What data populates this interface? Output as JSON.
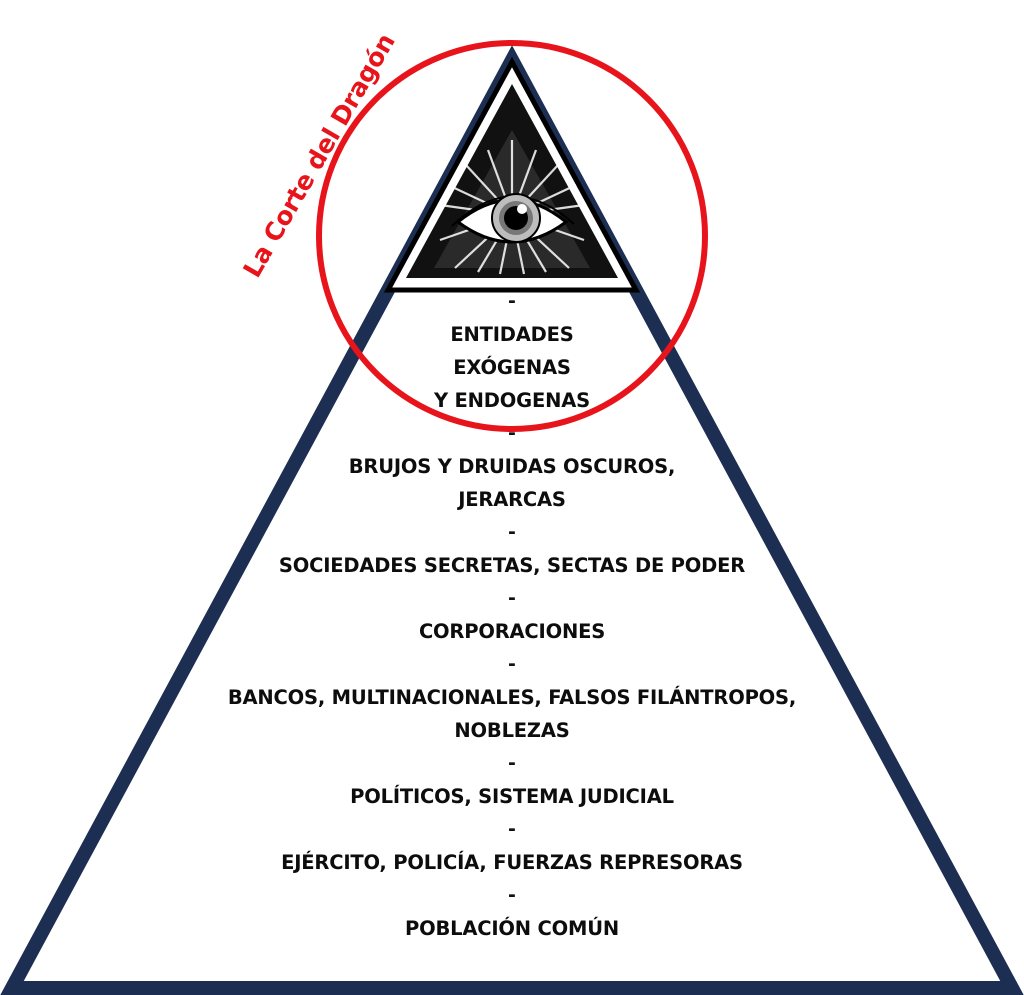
{
  "title": "La Corte del Dragón",
  "colors": {
    "circle": "#e8141b",
    "pyramid": "#1c2e52",
    "text": "#0d0d0d",
    "title": "#e8141b"
  },
  "eye_icon": "all-seeing-eye-in-triangle",
  "separator": "-",
  "levels": [
    {
      "lines": [
        "ENTIDADES",
        "EXÓGENAS",
        "Y ENDOGENAS"
      ]
    },
    {
      "lines": [
        "BRUJOS Y DRUIDAS OSCUROS,",
        "JERARCAS"
      ]
    },
    {
      "lines": [
        "SOCIEDADES SECRETAS, SECTAS DE PODER"
      ]
    },
    {
      "lines": [
        "CORPORACIONES"
      ]
    },
    {
      "lines": [
        "BANCOS, MULTINACIONALES, FALSOS FILÁNTROPOS,",
        "NOBLEZAS"
      ]
    },
    {
      "lines": [
        "POLÍTICOS, SISTEMA JUDICIAL"
      ]
    },
    {
      "lines": [
        "EJÉRCITO, POLICÍA, FUERZAS REPRESORAS"
      ]
    },
    {
      "lines": [
        "POBLACIÓN COMÚN"
      ]
    }
  ]
}
